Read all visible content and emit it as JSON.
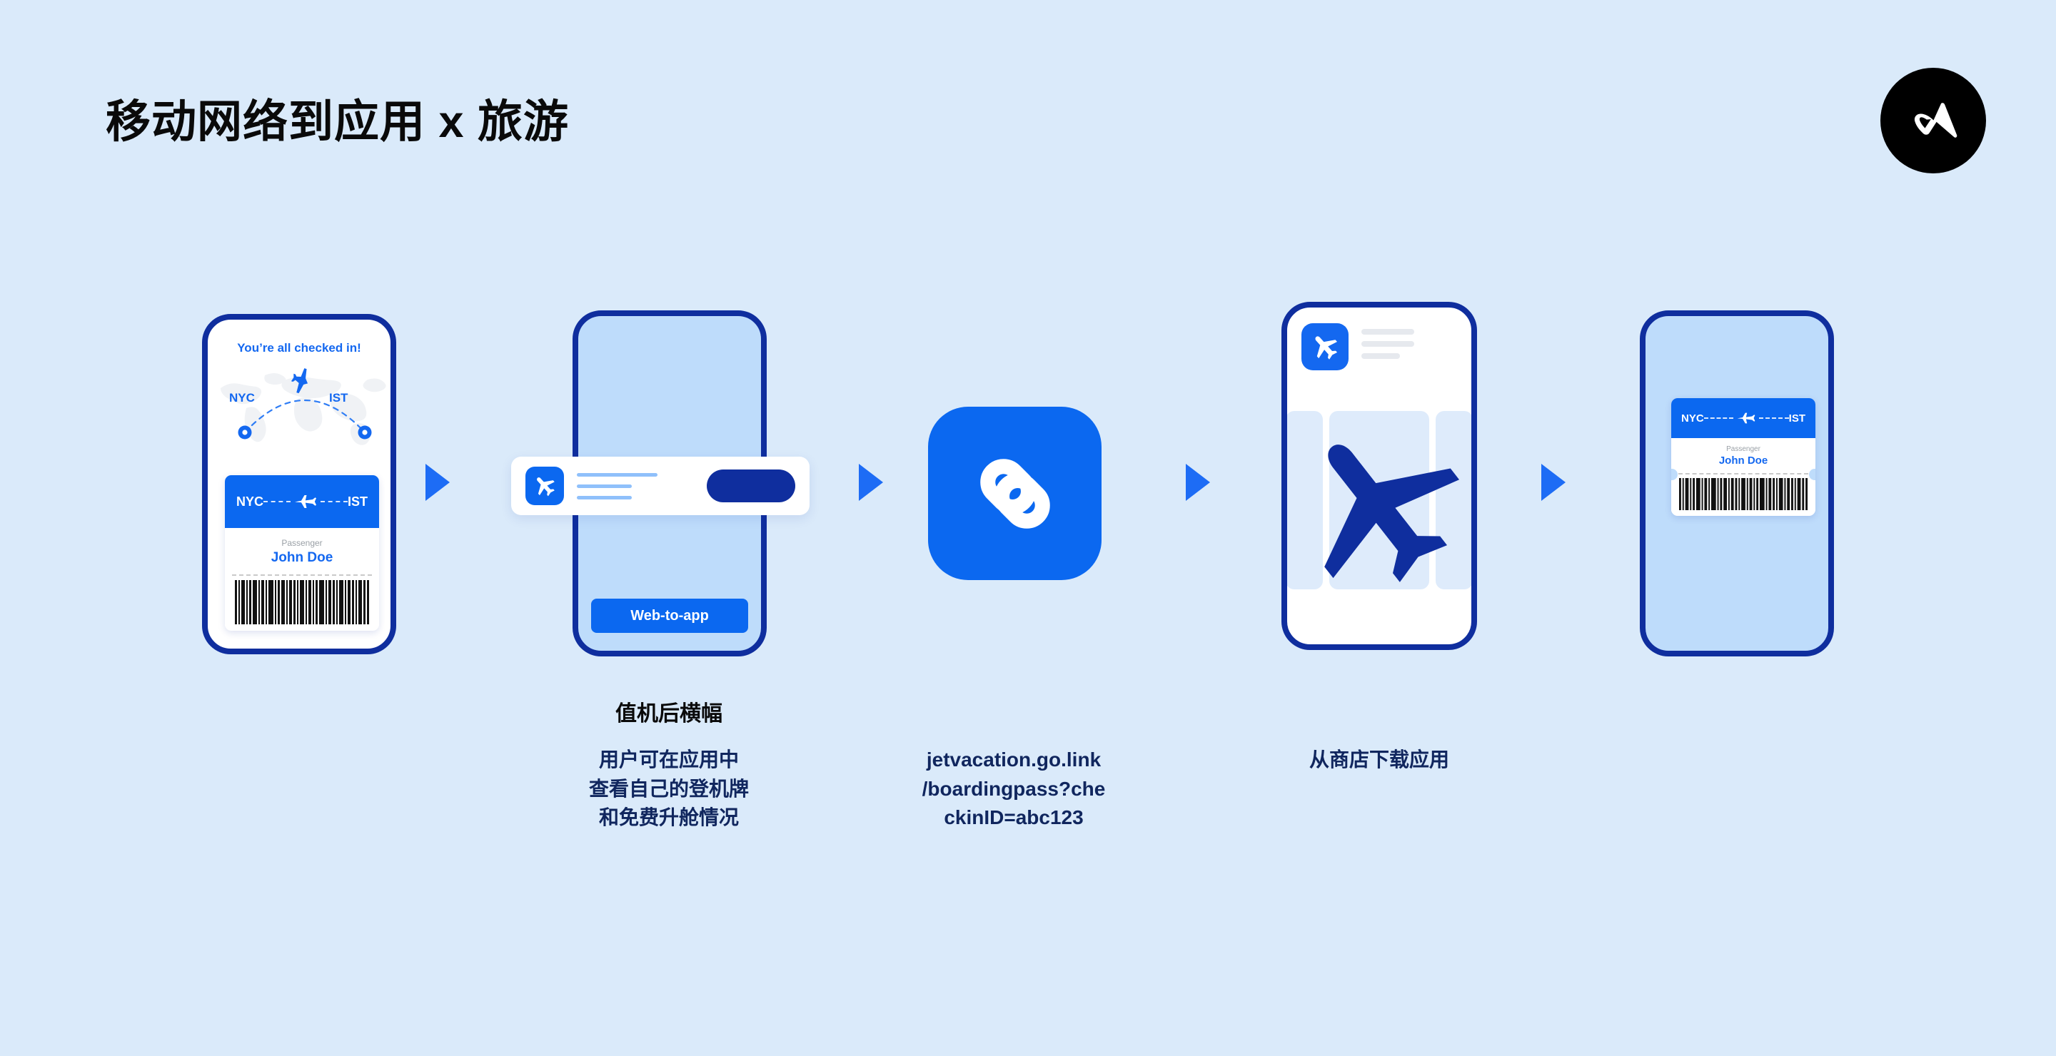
{
  "header": {
    "title": "移动网络到应用 x 旅游",
    "logo_icon": "appsflyer-logo-icon"
  },
  "theme": {
    "background": "#daeafa",
    "primary_blue": "#0b68f0",
    "accent_blue": "#1d6cf5",
    "deep_navy": "#0f2e9e",
    "text_navy": "#10265e",
    "phone_tint": "#bedcfb"
  },
  "flow": {
    "stage1": {
      "name": "checked-in-boarding-pass-screen",
      "headline": "You’re all checked in!",
      "origin": "NYC",
      "destination": "IST",
      "ticket": {
        "origin": "NYC",
        "destination": "IST",
        "passenger_label": "Passenger",
        "passenger_name": "John Doe",
        "plane_icon": "airplane-icon",
        "barcode_icon": "barcode"
      },
      "map_icon": "world-map",
      "route_icon": "dashed-flight-path"
    },
    "stage2": {
      "name": "web-to-app-banner-screen",
      "button_label": "Web-to-app",
      "banner": {
        "app_icon": "airplane-app-icon",
        "cta_label": "",
        "placeholder_lines": 3
      },
      "caption_title": "值机后横幅",
      "caption_body": "用户可在应用中\n查看自己的登机牌\n和免费升舱情况",
      "caption_body_lines": [
        "用户可在应用中",
        "查看自己的登机牌",
        "和免费升舱情况"
      ]
    },
    "stage3": {
      "name": "deep-link-icon",
      "icon": "chain-link-icon",
      "url": "jetvacation.go.link/boardingpass?checkinID=abc123",
      "url_lines": [
        "jetvacation.go.link",
        "/boardingpass?che",
        "ckinID=abc123"
      ]
    },
    "stage4": {
      "name": "app-store-listing-screen",
      "app_icon": "airplane-app-icon",
      "hero_icon": "large-airplane-icon",
      "screenshot_cards": 3,
      "caption": "从商店下载应用"
    },
    "stage5": {
      "name": "in-app-boarding-pass-screen",
      "ticket": {
        "origin": "NYC",
        "destination": "IST",
        "passenger_label": "Passenger",
        "passenger_name": "John Doe",
        "plane_icon": "airplane-icon",
        "barcode_icon": "barcode"
      }
    },
    "arrows": [
      {
        "name": "arrow-stage1-to-stage2",
        "icon": "triangle-right-icon"
      },
      {
        "name": "arrow-stage2-to-stage3",
        "icon": "triangle-right-icon"
      },
      {
        "name": "arrow-stage3-to-stage4",
        "icon": "triangle-right-icon"
      },
      {
        "name": "arrow-stage4-to-stage5",
        "icon": "triangle-right-icon"
      }
    ]
  }
}
